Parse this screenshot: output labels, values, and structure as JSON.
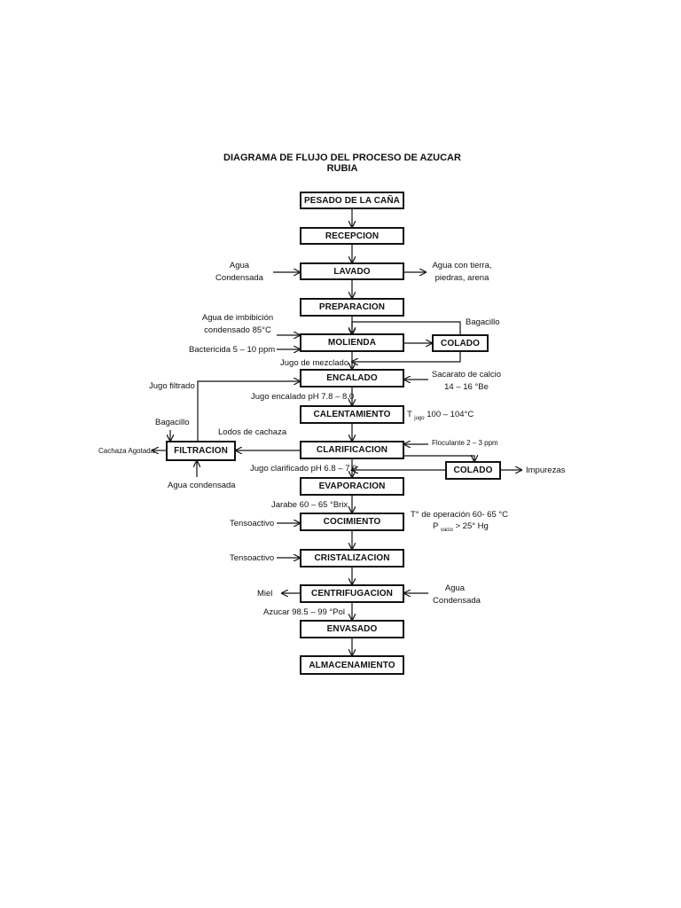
{
  "title": "DIAGRAMA DE FLUJO DEL PROCESO DE AZUCAR RUBIA",
  "steps": {
    "pesado": "PESADO DE LA CAÑA",
    "recepcion": "RECEPCION",
    "lavado": "LAVADO",
    "preparacion": "PREPARACION",
    "molienda": "MOLIENDA",
    "colado1": "COLADO",
    "encalado": "ENCALADO",
    "calentamiento": "CALENTAMIENTO",
    "clarificacion": "CLARIFICACION",
    "filtracion": "FILTRACION",
    "colado2": "COLADO",
    "evaporacion": "EVAPORACION",
    "cocimiento": "COCIMIENTO",
    "cristalizacion": "CRISTALIZACION",
    "centrifugacion": "CENTRIFUGACION",
    "envasado": "ENVASADO",
    "almacenamiento": "ALMACENAMIENTO"
  },
  "labels": {
    "agua_condensada_1a": "Agua",
    "agua_condensada_1b": "Condensada",
    "agua_tierra_a": "Agua con tierra,",
    "agua_tierra_b": "piedras, arena",
    "imbibicion_a": "Agua de imbibición",
    "imbibicion_b": "condensado 85°C",
    "bactericida": "Bactericida 5 – 10 ppm",
    "bagacillo_1": "Bagacillo",
    "jugo_mezclado": "Jugo de mezclado",
    "jugo_filtrado": "Jugo filtrado",
    "sacarato_a": "Sacarato de calcio",
    "sacarato_b": "14 – 16 °Be",
    "jugo_encalado": "Jugo encalado pH 7.8 – 8.0",
    "bagacillo_2": "Bagacillo",
    "t_jugo_prefix": "T",
    "t_jugo_sub": "jugo",
    "t_jugo_value": "100 – 104°C",
    "lodos": "Lodos de cachaza",
    "floculante": "Floculante 2 – 3 ppm",
    "cachaza": "Cachaza Agotada",
    "agua_condensada_2": "Agua condensada",
    "jugo_clarificado": "Jugo clarificado pH 6.8 – 7.0",
    "impurezas": "Impurezas",
    "jarabe": "Jarabe 60 – 65 °Brix",
    "tensoactivo_1": "Tensoactivo",
    "t_operacion": "T° de operación 60- 65 °C",
    "p_vacio_prefix": "P",
    "p_vacio_sub": "vacio",
    "p_vacio_value": "> 25° Hg",
    "tensoactivo_2": "Tensoactivo",
    "miel": "Miel",
    "agua_condensada_3a": "Agua",
    "agua_condensada_3b": "Condensada",
    "azucar": "Azucar 98.5 – 99 °Pol"
  }
}
